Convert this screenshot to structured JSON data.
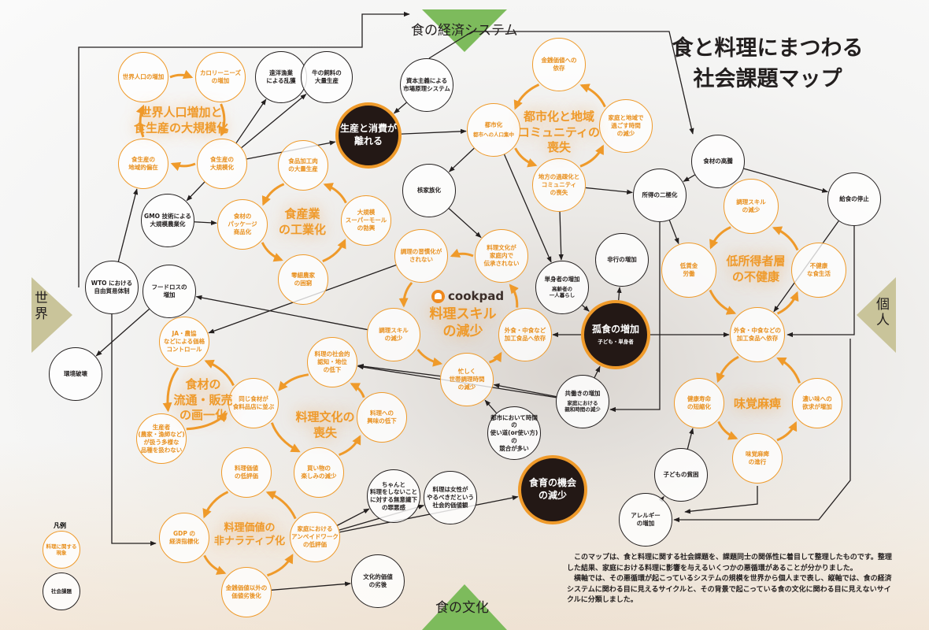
{
  "title": {
    "line1": "食と料理にまつわる",
    "line2": "社会課題マップ"
  },
  "axes": {
    "top": "食の経済システム",
    "bottom": "食の文化",
    "left": "世界",
    "right": "個人"
  },
  "legend": {
    "title": "凡例",
    "orange": "料理に関する\n現象",
    "black": "社会課題"
  },
  "brand": "cookpad",
  "description": "　このマップは、食と料理に関する社会課題を、課題同士の関係性に着目して整理したものです。整理した結果、家庭における料理に影響を与えるいくつかの悪循環があることが分かりました。\n　横軸では、その悪循環が起こっているシステムの規模を世界から個人まで表し、縦軸では、食の経済システムに関わる目に見えるサイクルと、その背景で起こっている食の文化に関わる目に見えないサイクルに分類しました。",
  "cycles": {
    "world": "世界人口増加と\n食生産の大規模化",
    "industry": "食産業\nの工業化",
    "urban": "都市化と地域\nコミュニティの\n喪失",
    "lowincome": "低所得者層\nの不健康",
    "skill": "料理スキル\nの減少",
    "distrib": "食材の\n流通・販売\nの画一化",
    "cultureloss": "料理文化の\n喪失",
    "value": "料理価値の\n非ナラティブ化",
    "taste": "味覚麻痺"
  },
  "nodes": {
    "pop": {
      "label": "世界人口の増加"
    },
    "cal": {
      "label": "カロリーニーズ\nの増加"
    },
    "local": {
      "label": "食生産の\n地域的偏在"
    },
    "scale": {
      "label": "食生産の\n大規模化"
    },
    "meatproc": {
      "label": "食品加工肉\nの大量生産"
    },
    "package": {
      "label": "食材の\nパッケージ\n商品化"
    },
    "super": {
      "label": "大規模\nスーパーモール\nの勃興"
    },
    "farmer": {
      "label": "零細農家\nの困窮"
    },
    "money": {
      "label": "金銭価値への\n依存"
    },
    "urban": {
      "label": "都市化",
      "sub": "都市への人口集中"
    },
    "family": {
      "label": "家庭と地域で\n過ごす時間\nの減少"
    },
    "rural": {
      "label": "地方の過疎化と\nコミュニティ\nの喪失"
    },
    "habit": {
      "label": "調理の習慣化が\nされない"
    },
    "culture": {
      "label": "料理文化が\n家庭内で\n伝承されない"
    },
    "skill": {
      "label": "調理スキル\nの減少"
    },
    "eatout": {
      "label": "外食・中食など\n加工食品へ依存"
    },
    "busy": {
      "label": "忙しく\n世帯調理時間\nの減少"
    },
    "ja": {
      "label": "JA・農協\nなどによる価格\nコントロール"
    },
    "producer": {
      "label": "生産者\n(農家・漁師など)\nが扱う多様な\n品種を扱わない"
    },
    "same": {
      "label": "同じ食材が\n食料品店に並ぶ"
    },
    "status": {
      "label": "料理の社会的\n認知・地位\nの低下"
    },
    "interest": {
      "label": "料理への\n興味の低下"
    },
    "shop": {
      "label": "買い物の\n楽しみの減少"
    },
    "valuelow": {
      "label": "料理価値\nの低評価"
    },
    "gdp": {
      "label": "GDP の\n経済指標化"
    },
    "unpaid": {
      "label": "家庭における\nアンペイドワーク\nの低評価"
    },
    "otherval": {
      "label": "金銭価値以外の\n価値劣後化"
    },
    "skill2": {
      "label": "調理スキル\nの減少"
    },
    "wage": {
      "label": "低賃金\n労働"
    },
    "unhealthy": {
      "label": "不健康\nな食生活"
    },
    "eatout2": {
      "label": "外食・中食などの\n加工食品へ依存"
    },
    "lifespan": {
      "label": "健康寿命\nの短縮化"
    },
    "taste": {
      "label": "味覚麻痺\nの進行"
    },
    "strong": {
      "label": "濃い味への\n欲求が増加"
    },
    "fishing": {
      "label": "遠洋漁業\nによる乱獲"
    },
    "feed": {
      "label": "牛の飼料の\n大量生産"
    },
    "capitalism": {
      "label": "資本主義による\n市場原理システム"
    },
    "gmo": {
      "label": "GMO 技術による\n大規模農業化"
    },
    "wto": {
      "label": "WTO における\n自由貿易体制"
    },
    "foodloss": {
      "label": "フードロスの\n増加"
    },
    "env": {
      "label": "環境破壊"
    },
    "nuclear": {
      "label": "核家族化"
    },
    "price": {
      "label": "食材の高騰"
    },
    "income": {
      "label": "所得の二極化"
    },
    "lunch": {
      "label": "給食の停止"
    },
    "single": {
      "label": "単身者の増加",
      "sub": "高齢者の\n一人暮らし"
    },
    "delinq": {
      "label": "非行の増加"
    },
    "dual": {
      "label": "共働きの増加",
      "sub": "家庭における\n親和時間の減少"
    },
    "timeuse": {
      "label": "都市において時間の\n使い道(or使い方)の\n競合が多い"
    },
    "shame": {
      "label": "ちゃんと\n料理をしないこと\nに対する無意識下\nの罪悪感"
    },
    "gender": {
      "label": "料理は女性が\nやるべきだという\n社会的価値観"
    },
    "culturalval": {
      "label": "文化的価値\nの劣後"
    },
    "poverty": {
      "label": "子どもの貧困"
    },
    "allergy": {
      "label": "アレルギー\nの増加"
    },
    "separation": {
      "label": "生産と消費が\n離れる"
    },
    "solo": {
      "label": "孤食の増加",
      "sub": "子ども・単身者"
    },
    "edu": {
      "label": "食育の機会\nの減少"
    }
  },
  "colors": {
    "orange": "#ef9a2a",
    "black": "#231f1f",
    "green": "#7dbb5c",
    "olive": "#c9c49a"
  }
}
